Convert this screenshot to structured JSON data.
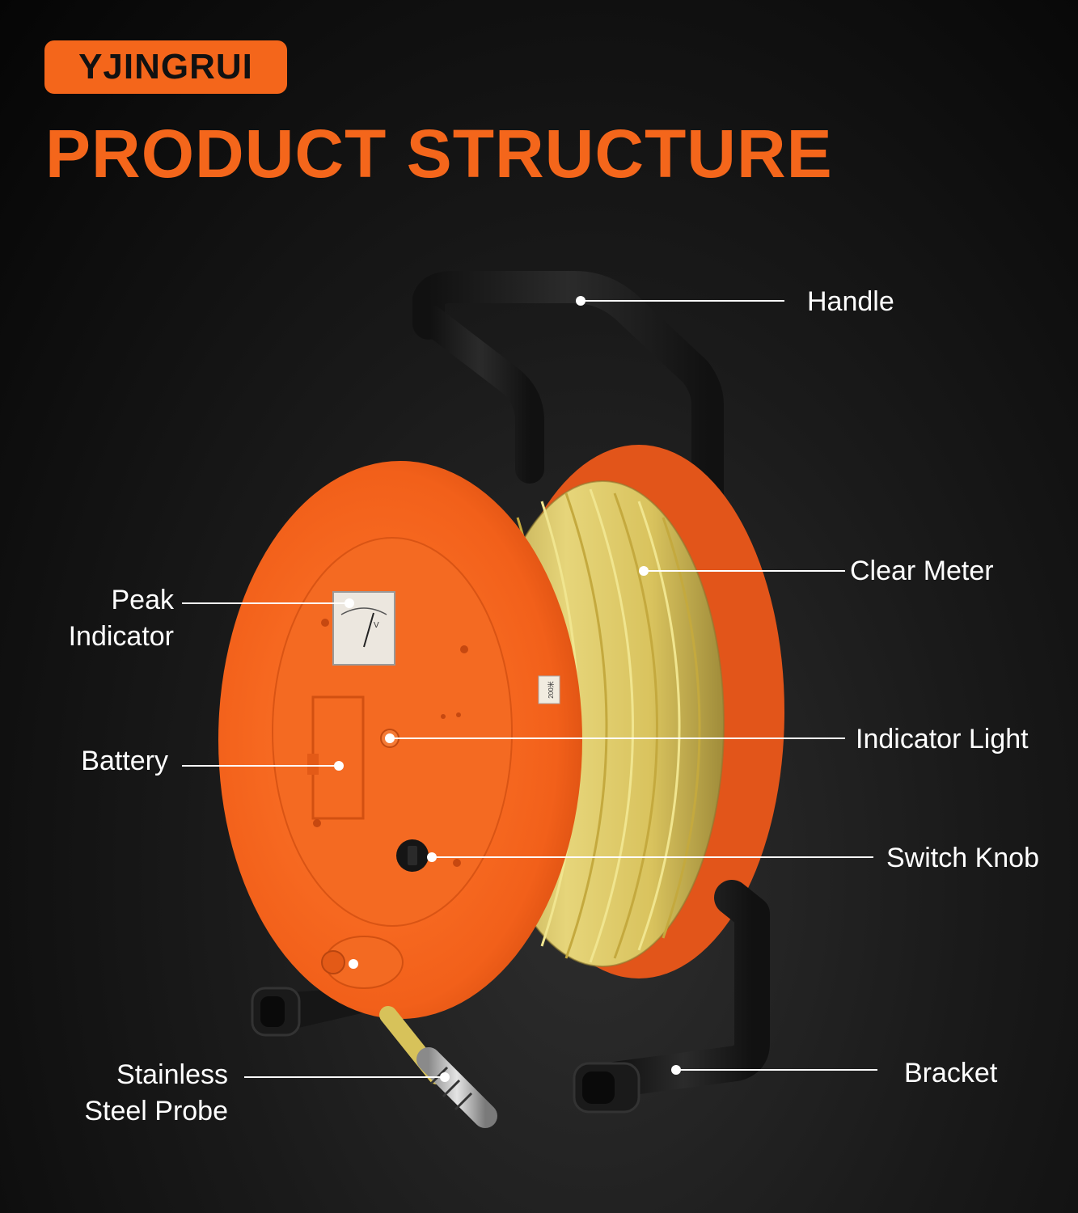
{
  "brand": {
    "name": "YJINGRUI"
  },
  "title": "PRODUCT STRUCTURE",
  "colors": {
    "accent": "#f4661b",
    "background": "#0d0d0d",
    "text": "#ffffff",
    "frame": "#1c1c1c"
  },
  "meter": {
    "unit": "V",
    "tag": "200米"
  },
  "callouts": {
    "handle": {
      "label": "Handle"
    },
    "clear_meter": {
      "label": "Clear Meter"
    },
    "indicator_light": {
      "label": "Indicator Light"
    },
    "switch_knob": {
      "label": "Switch Knob"
    },
    "bracket": {
      "label": "Bracket"
    },
    "peak_indicator": {
      "line1": "Peak",
      "line2": "Indicator"
    },
    "battery": {
      "label": "Battery"
    },
    "probe": {
      "line1": "Stainless",
      "line2": "Steel Probe"
    }
  }
}
